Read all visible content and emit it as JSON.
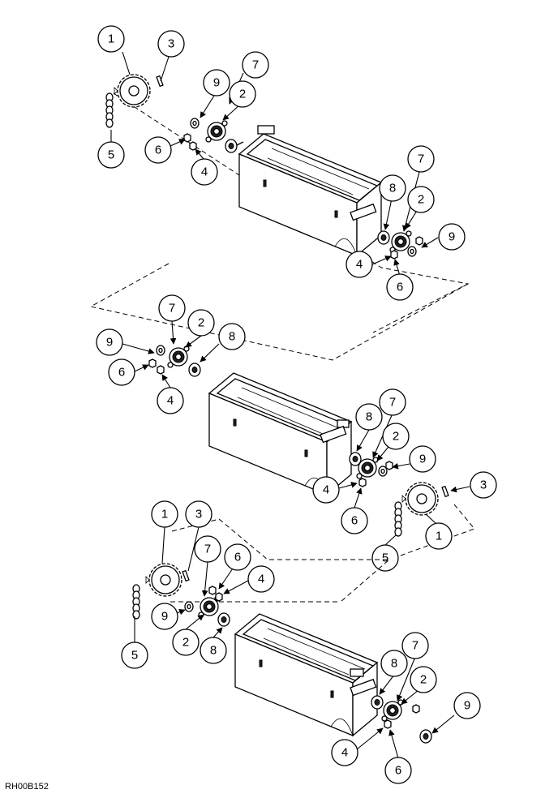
{
  "figure_id": "RH00B152",
  "labels": {
    "p1": "1",
    "p2": "2",
    "p3": "3",
    "p4": "4",
    "p5": "5",
    "p6": "6",
    "p7": "7",
    "p8": "8",
    "p9": "9"
  }
}
